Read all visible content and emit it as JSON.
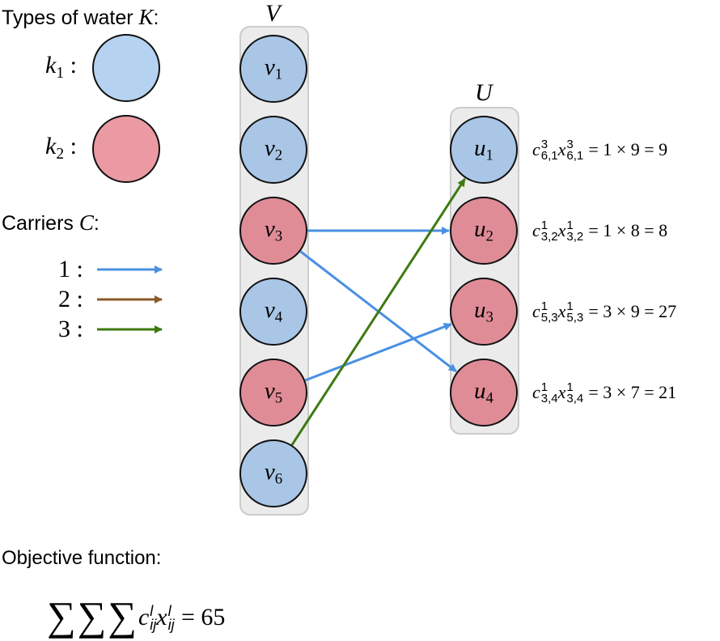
{
  "legend": {
    "water_title": "Types of water",
    "water_symbol": "K",
    "colon": ":",
    "water_types": [
      {
        "letter": "k",
        "sub": "1",
        "color": "#b5d3f0"
      },
      {
        "letter": "k",
        "sub": "2",
        "color": "#eb9aa3"
      }
    ],
    "carriers_title": "Carriers",
    "carriers_symbol": "C",
    "carriers": [
      {
        "label": "1",
        "color": "#4a90e2"
      },
      {
        "label": "2",
        "color": "#8b5a2b"
      },
      {
        "label": "3",
        "color": "#3f7a10"
      }
    ]
  },
  "sets": {
    "V": {
      "label": "V",
      "nodes": [
        {
          "letter": "v",
          "sub": "1",
          "type": "k1"
        },
        {
          "letter": "v",
          "sub": "2",
          "type": "k1"
        },
        {
          "letter": "v",
          "sub": "3",
          "type": "k2"
        },
        {
          "letter": "v",
          "sub": "4",
          "type": "k1"
        },
        {
          "letter": "v",
          "sub": "5",
          "type": "k2"
        },
        {
          "letter": "v",
          "sub": "6",
          "type": "k1"
        }
      ]
    },
    "U": {
      "label": "U",
      "nodes": [
        {
          "letter": "u",
          "sub": "1",
          "type": "k1"
        },
        {
          "letter": "u",
          "sub": "2",
          "type": "k2"
        },
        {
          "letter": "u",
          "sub": "3",
          "type": "k2"
        },
        {
          "letter": "u",
          "sub": "4",
          "type": "k2"
        }
      ]
    }
  },
  "node_colors": {
    "k1": "#a9c6e6",
    "k2": "#e08c97"
  },
  "edges": [
    {
      "from": "v3",
      "to": "u2",
      "carrier": "1"
    },
    {
      "from": "v3",
      "to": "u4",
      "carrier": "1"
    },
    {
      "from": "v5",
      "to": "u3",
      "carrier": "1"
    },
    {
      "from": "v6",
      "to": "u1",
      "carrier": "3"
    }
  ],
  "equations": [
    {
      "sup": "3",
      "sub": "6,1",
      "rhs": "= 1 × 9 = 9"
    },
    {
      "sup": "1",
      "sub": "3,2",
      "rhs": "= 1 × 8 = 8"
    },
    {
      "sup": "1",
      "sub": "5,3",
      "rhs": "= 3 × 9 = 27"
    },
    {
      "sup": "1",
      "sub": "3,4",
      "rhs": "= 3 × 7 = 21"
    }
  ],
  "objective": {
    "title": "Objective function:",
    "sigmas": "∑∑∑",
    "sup": "l",
    "sub": "ij",
    "rhs": "= 65"
  }
}
